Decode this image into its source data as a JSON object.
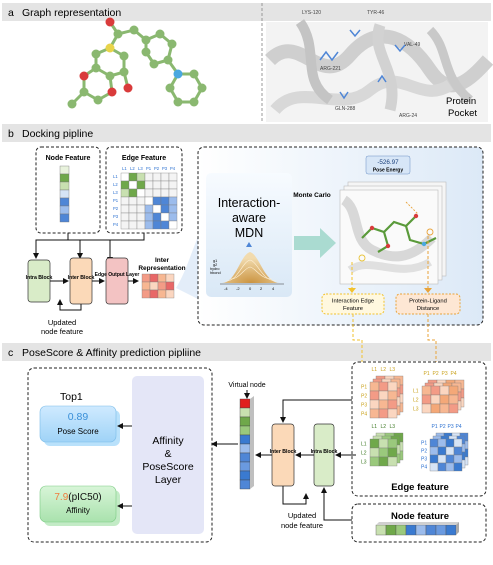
{
  "panel_a": {
    "label": "a",
    "title": "Graph representation",
    "residues": [
      "LYS-120",
      "TYR-46",
      "VAL-49",
      "ARG-221",
      "GLN-288",
      "ARG-24"
    ],
    "pocket_label_line1": "Protein",
    "pocket_label_line2": "Pocket"
  },
  "panel_b": {
    "label": "b",
    "title": "Docking pipline",
    "node_feature": "Node Feature",
    "edge_feature": "Edge Feature",
    "edge_col_labels": [
      "L1",
      "L2",
      "L3",
      "P1",
      "P2",
      "P3",
      "P4"
    ],
    "edge_row_labels": [
      "L1",
      "L2",
      "L3",
      "P1",
      "P2",
      "P3",
      "P4"
    ],
    "intra_block": "Intra Block",
    "inter_block": "Inter Block",
    "edge_output_layer": "Edge Output Layer",
    "inter_repr_line1": "Inter",
    "inter_repr_line2": "Representation",
    "updated_line1": "Updated",
    "updated_line2": "node feature",
    "mdn_line1": "Interaction-",
    "mdn_line2": "aware",
    "mdn_line3": "MDN",
    "dist_labels": [
      "g1",
      "g2",
      "hydro",
      "hbond"
    ],
    "axis_ticks": [
      "-4",
      "-2",
      "0",
      "2",
      "4"
    ],
    "monte_carlo": "Monte Carlo",
    "pose_energy_value": "-526.97",
    "pose_energy_label": "Pose Energy",
    "interaction_edge_line1": "Interaction Edge",
    "interaction_edge_line2": "Feature",
    "protein_ligand_line1": "Protein-Ligand",
    "protein_ligand_line2": "Distance"
  },
  "panel_c": {
    "label": "c",
    "title": "PoseScore & Affinity prediction pipliine",
    "top1": "Top1",
    "pose_score_value": "0.89",
    "pose_score_label": "Pose Score",
    "affinity_value_num": "7.9",
    "affinity_value_unit": "(pIC50)",
    "affinity_label": "Affinity",
    "layer_line1": "Affinity",
    "layer_line2": "&",
    "layer_line3": "PoseScore",
    "layer_line4": "Layer",
    "virtual_node": "Virtual node",
    "inter_block": "Inter Block",
    "intra_block": "Intra Block",
    "updated_line1": "Updated",
    "updated_line2": "node feature",
    "edge_feature": "Edge feature",
    "node_feature": "Node feature",
    "lig_cols": [
      "L1",
      "L2",
      "L3"
    ],
    "lig_rows": [
      "P1",
      "P2",
      "P3",
      "P4"
    ],
    "prot_cols": [
      "P1",
      "P2",
      "P3",
      "P4"
    ],
    "prot_rows": [
      "L1",
      "L2",
      "L3"
    ],
    "green_rows": [
      "L1",
      "L2",
      "L3"
    ],
    "green_cols": [
      "L1",
      "L2",
      "L3"
    ],
    "blue_rows": [
      "P1",
      "P2",
      "P3",
      "P4"
    ],
    "blue_cols": [
      "P1",
      "P2",
      "P3",
      "P4"
    ]
  },
  "colors": {
    "panel_header_bg": "#e4e4e4",
    "ligand_green": "#6fa84a",
    "protein_blue": "#4f86d6",
    "interaction_orange": "#f0a060",
    "virtual_node_red": "#e0201e",
    "pose_score_blue": "#3a8fd8",
    "affinity_orange": "#f07a3a",
    "dashed_yellow": "#f2c22e"
  }
}
